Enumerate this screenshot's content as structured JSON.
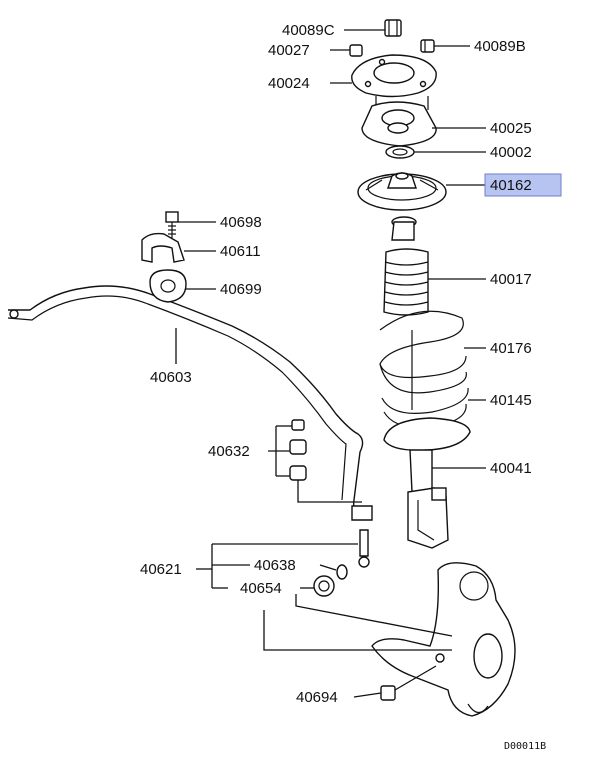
{
  "diagram": {
    "labels": {
      "p40089C": "40089C",
      "p40027": "40027",
      "p40024": "40024",
      "p40089B": "40089B",
      "p40025": "40025",
      "p40002": "40002",
      "p40162": "40162",
      "p40698": "40698",
      "p40611": "40611",
      "p40699": "40699",
      "p40017": "40017",
      "p40603": "40603",
      "p40176": "40176",
      "p40145": "40145",
      "p40632": "40632",
      "p40041": "40041",
      "p40621": "40621",
      "p40638": "40638",
      "p40654": "40654",
      "p40694": "40694"
    },
    "highlighted_part": "40162",
    "highlight_color": "#b7c4f2",
    "reference_code": "D00011B"
  }
}
